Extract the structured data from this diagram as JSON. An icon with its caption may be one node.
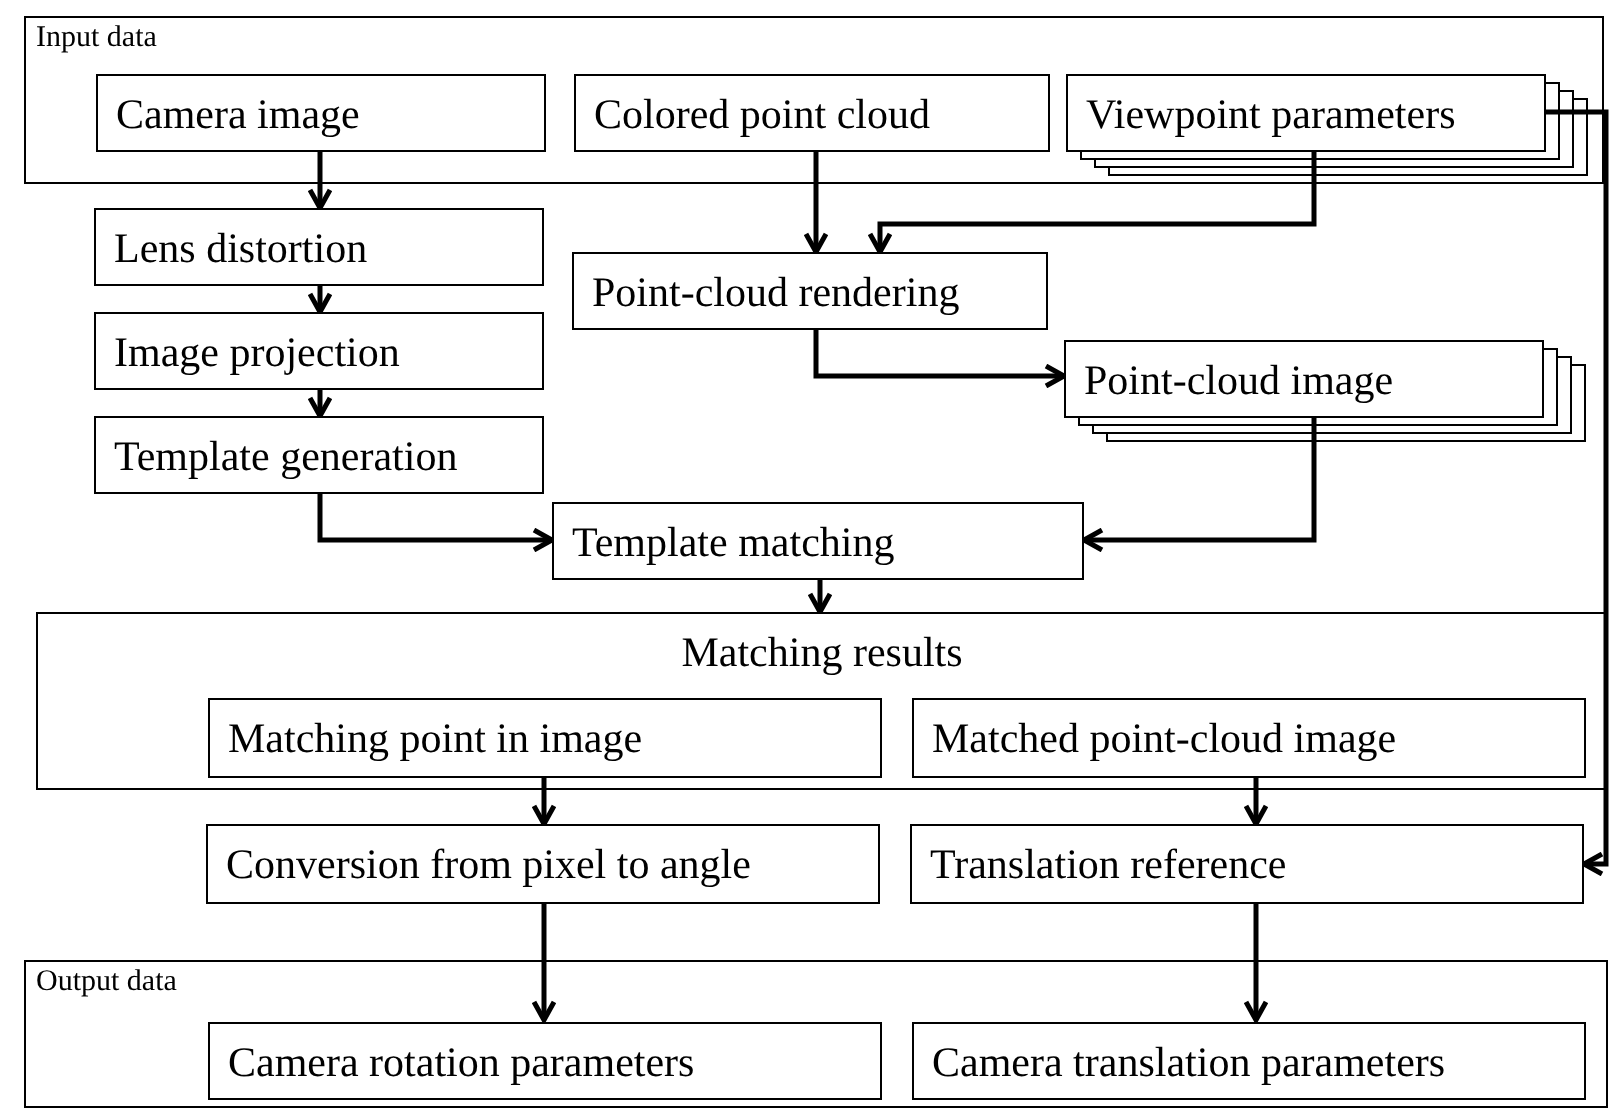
{
  "diagram": {
    "nodes": [
      {
        "text": [
          "Input data"
        ]
      },
      {
        "text": [
          "Camera image"
        ],
        "in": 0
      },
      {
        "text": [
          "Colored point cloud"
        ],
        "in": 0
      },
      {
        "text": [
          "Viewpoint parameters"
        ],
        "in": 0
      },
      {
        "text": [
          "Lens distortion"
        ]
      },
      {
        "text": [
          "Image projection"
        ]
      },
      {
        "text": [
          "Template generation"
        ]
      },
      {
        "text": [
          "Point-cloud rendering"
        ]
      },
      {
        "text": [
          "Point-cloud image"
        ]
      },
      {
        "text": [
          "Template matching"
        ]
      },
      {
        "text": [
          "Matching results"
        ]
      },
      {
        "text": [
          "Matching point in image"
        ],
        "in": 10
      },
      {
        "text": [
          "Matched point-cloud image"
        ],
        "in": 10
      },
      {
        "text": [
          "Conversion from pixel to angle"
        ]
      },
      {
        "text": [
          "Translation reference"
        ]
      },
      {
        "text": [
          "Output data"
        ]
      },
      {
        "text": [
          "Camera rotation parameters"
        ],
        "in": 15
      },
      {
        "text": [
          "Camera translation parameters"
        ],
        "in": 15
      }
    ],
    "edges": [
      {
        "from": 1,
        "to": 4,
        "arrow": "to"
      },
      {
        "from": 4,
        "to": 5,
        "arrow": "to"
      },
      {
        "from": 5,
        "to": 6,
        "arrow": "to"
      },
      {
        "from": 2,
        "to": 7,
        "arrow": "to"
      },
      {
        "from": 3,
        "to": 7,
        "arrow": "to"
      },
      {
        "from": 7,
        "to": 8,
        "arrow": "to"
      },
      {
        "from": 6,
        "to": 9,
        "arrow": "to"
      },
      {
        "from": 8,
        "to": 9,
        "arrow": "to"
      },
      {
        "from": 9,
        "to": 10,
        "arrow": "to"
      },
      {
        "from": 11,
        "to": 13,
        "arrow": "to"
      },
      {
        "from": 12,
        "to": 14,
        "arrow": "to"
      },
      {
        "from": 13,
        "to": 16,
        "arrow": "to"
      },
      {
        "from": 14,
        "to": 17,
        "arrow": "to"
      },
      {
        "from": 3,
        "to": 14,
        "arrow": "to"
      }
    ]
  }
}
